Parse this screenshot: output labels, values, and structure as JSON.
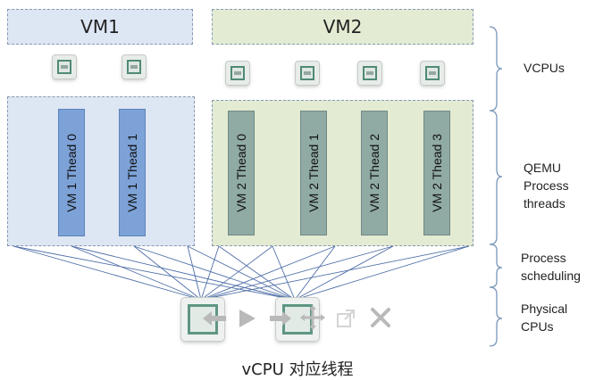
{
  "vms": [
    {
      "name": "VM1",
      "threads": [
        "VM 1  Thead 0",
        "VM 1  Thead 1"
      ]
    },
    {
      "name": "VM2",
      "threads": [
        "VM 2  Thead 0",
        "VM 2  Thead 1",
        "VM 2  Thead 2",
        "VM 2  Thead 3"
      ]
    }
  ],
  "layers": {
    "vcpus": "VCPUs",
    "qemu": [
      "QEMU",
      "Process",
      "threads"
    ],
    "scheduling": [
      "Process",
      "scheduling"
    ],
    "physical": [
      "Physical",
      "CPUs"
    ]
  },
  "icons": {
    "vcpu_chip": "cpu-chip-icon",
    "physical_cpu": "cpu-chip-icon",
    "controls": [
      "arrow-left-icon",
      "play-icon",
      "arrow-right-icon",
      "move-icon",
      "external-link-icon",
      "close-icon"
    ]
  },
  "caption": "vCPU 对应线程",
  "colors": {
    "vm1_fill": "#dde6f3",
    "vm2_fill": "#e3ebd3",
    "vm1_thread": "#7da2d8",
    "vm2_thread": "#90aaa4",
    "connector": "#4f6fa8"
  }
}
